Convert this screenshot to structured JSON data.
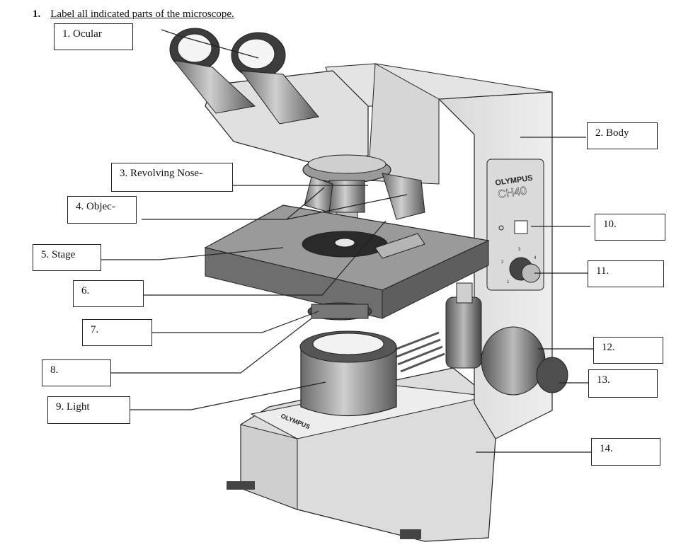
{
  "question": {
    "number": "1.",
    "text": "Label all indicated parts of the microscope."
  },
  "labels": [
    {
      "id": "1",
      "text": "1. Ocular"
    },
    {
      "id": "2",
      "text": "2. Body"
    },
    {
      "id": "3",
      "text": "3. Revolving Nose-"
    },
    {
      "id": "4",
      "text": "4. Objec-"
    },
    {
      "id": "5",
      "text": "5. Stage"
    },
    {
      "id": "6",
      "text": "6."
    },
    {
      "id": "7",
      "text": "7."
    },
    {
      "id": "8",
      "text": "8."
    },
    {
      "id": "9",
      "text": "9. Light"
    },
    {
      "id": "10",
      "text": "10."
    },
    {
      "id": "11",
      "text": "11."
    },
    {
      "id": "12",
      "text": "12."
    },
    {
      "id": "13",
      "text": "13."
    },
    {
      "id": "14",
      "text": "14."
    }
  ],
  "branding": {
    "panel_brand": "OLYMPUS",
    "panel_model": "CH40",
    "base_brand": "OLYMPUS",
    "dial_marks": [
      "1",
      "2",
      "3",
      "4"
    ]
  },
  "colors": {
    "body_light": "#e6e6e6",
    "body_mid": "#c9c9c9",
    "body_dark": "#8f8f8f",
    "stage_top": "#9a9a9a",
    "stage_side": "#6e6e6e",
    "stroke": "#222222",
    "lens": "#f2f2f2"
  }
}
